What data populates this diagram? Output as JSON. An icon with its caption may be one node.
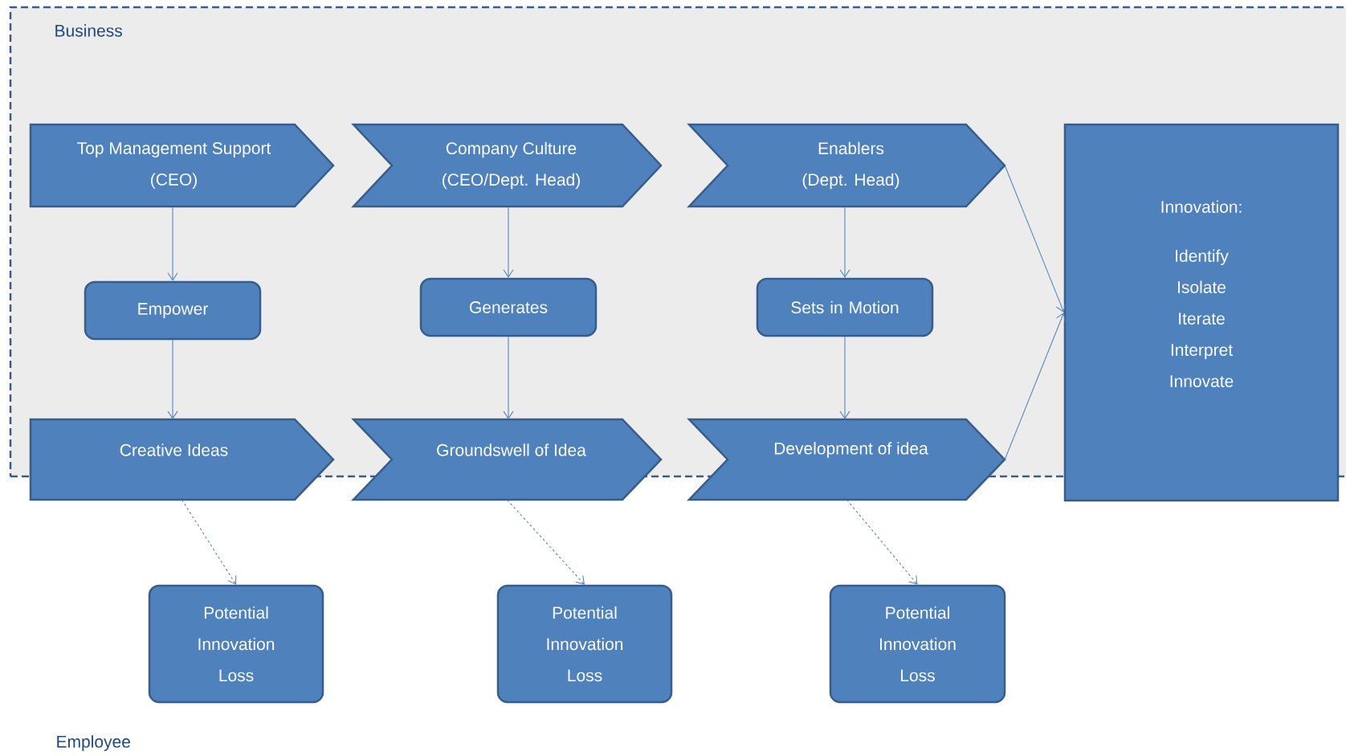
{
  "diagram": {
    "nodes": [
      {
        "text": [
          "Business"
        ]
      },
      {
        "text": [
          "Top Management Support",
          "(CEO)"
        ],
        "in": 0
      },
      {
        "text": [
          "Company Culture",
          "(CEO/Dept. Head)"
        ],
        "in": 0
      },
      {
        "text": [
          "Enablers",
          "(Dept. Head)"
        ],
        "in": 0
      },
      {
        "text": [
          "Innovation:",
          "Identify",
          "Isolate",
          "Iterate",
          "Interpret",
          "Innovate"
        ]
      },
      {
        "text": [
          "Empower"
        ],
        "in": 0
      },
      {
        "text": [
          "Generates"
        ],
        "in": 0
      },
      {
        "text": [
          "Sets in Motion"
        ],
        "in": 0
      },
      {
        "text": [
          "Creative Ideas"
        ]
      },
      {
        "text": [
          "Groundswell of Idea"
        ]
      },
      {
        "text": [
          "Development of idea"
        ]
      },
      {
        "text": [
          "Potential Innovation Loss"
        ]
      },
      {
        "text": [
          "Potential Innovation Loss"
        ]
      },
      {
        "text": [
          "Potential Innovation Loss"
        ]
      }
    ],
    "edges": [
      {
        "from": 1,
        "to": 5,
        "arrow": "to"
      },
      {
        "from": 5,
        "to": 8,
        "arrow": "to"
      },
      {
        "from": 2,
        "to": 6,
        "arrow": "to"
      },
      {
        "from": 6,
        "to": 9,
        "arrow": "to"
      },
      {
        "from": 3,
        "to": 7,
        "arrow": "to"
      },
      {
        "from": 7,
        "to": 10,
        "arrow": "to"
      },
      {
        "from": 3,
        "to": 4,
        "arrow": "to"
      },
      {
        "from": 10,
        "to": 4,
        "arrow": "to"
      },
      {
        "from": 8,
        "to": 11,
        "arrow": "to",
        "style": "dashed"
      },
      {
        "from": 9,
        "to": 12,
        "arrow": "to",
        "style": "dashed"
      },
      {
        "from": 10,
        "to": 13,
        "arrow": "to",
        "style": "dashed"
      }
    ],
    "labels": [
      "Employee"
    ]
  }
}
